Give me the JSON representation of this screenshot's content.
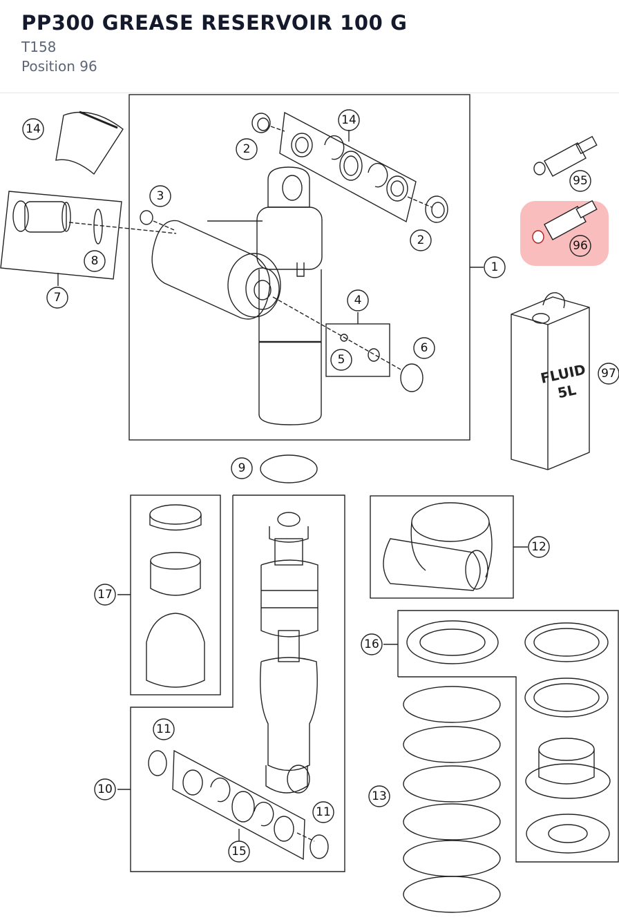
{
  "header": {
    "title": "PP300 GREASE RESERVOIR 100 G",
    "code": "T158",
    "position": "Position 96"
  },
  "highlight": {
    "color": "#f26d6d",
    "position_number": "96"
  },
  "callouts": [
    {
      "id": "c14a",
      "label": "14"
    },
    {
      "id": "c2a",
      "label": "2"
    },
    {
      "id": "c14b",
      "label": "14"
    },
    {
      "id": "c95",
      "label": "95"
    },
    {
      "id": "c3",
      "label": "3"
    },
    {
      "id": "c96",
      "label": "96"
    },
    {
      "id": "c2b",
      "label": "2"
    },
    {
      "id": "c8",
      "label": "8"
    },
    {
      "id": "c1",
      "label": "1"
    },
    {
      "id": "c7",
      "label": "7"
    },
    {
      "id": "c4",
      "label": "4"
    },
    {
      "id": "c6",
      "label": "6"
    },
    {
      "id": "c5",
      "label": "5"
    },
    {
      "id": "c97",
      "label": "97"
    },
    {
      "id": "c9",
      "label": "9"
    },
    {
      "id": "c12",
      "label": "12"
    },
    {
      "id": "c17",
      "label": "17"
    },
    {
      "id": "c16",
      "label": "16"
    },
    {
      "id": "c11a",
      "label": "11"
    },
    {
      "id": "c10",
      "label": "10"
    },
    {
      "id": "c13",
      "label": "13"
    },
    {
      "id": "c11b",
      "label": "11"
    },
    {
      "id": "c15",
      "label": "15"
    }
  ],
  "can_label": {
    "line1": "FLUID",
    "line2": "5L"
  }
}
